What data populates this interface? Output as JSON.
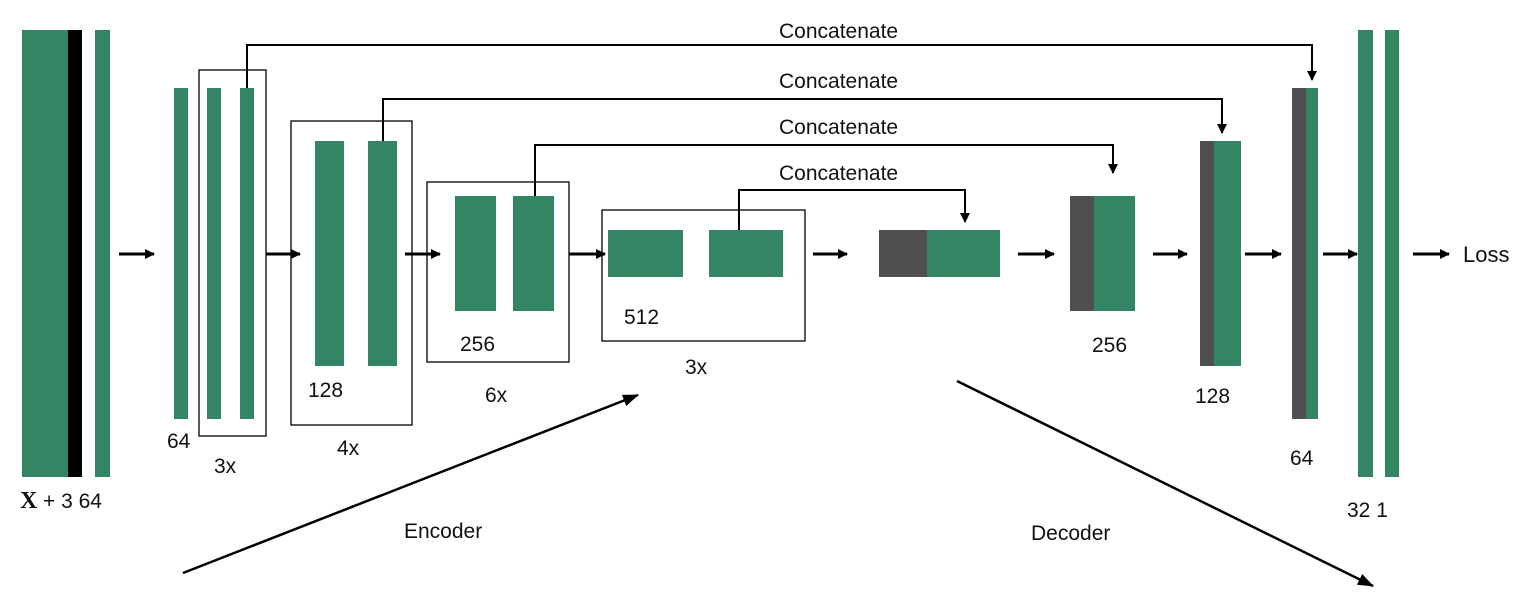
{
  "colors": {
    "green": "#348563",
    "gray": "#4f4f4f",
    "black": "#000000"
  },
  "labels": {
    "concat": [
      "Concatenate",
      "Concatenate",
      "Concatenate",
      "Concatenate"
    ],
    "input_x": "X",
    "input_rest": "+ 3 64",
    "enc64": "64",
    "rep3x_a": "3x",
    "enc128": "128",
    "rep4x": "4x",
    "enc256": "256",
    "rep6x": "6x",
    "enc512": "512",
    "rep3x_b": "3x",
    "dec256": "256",
    "dec128": "128",
    "dec64": "64",
    "out": "32 1",
    "loss": "Loss",
    "encoder": "Encoder",
    "decoder": "Decoder"
  }
}
